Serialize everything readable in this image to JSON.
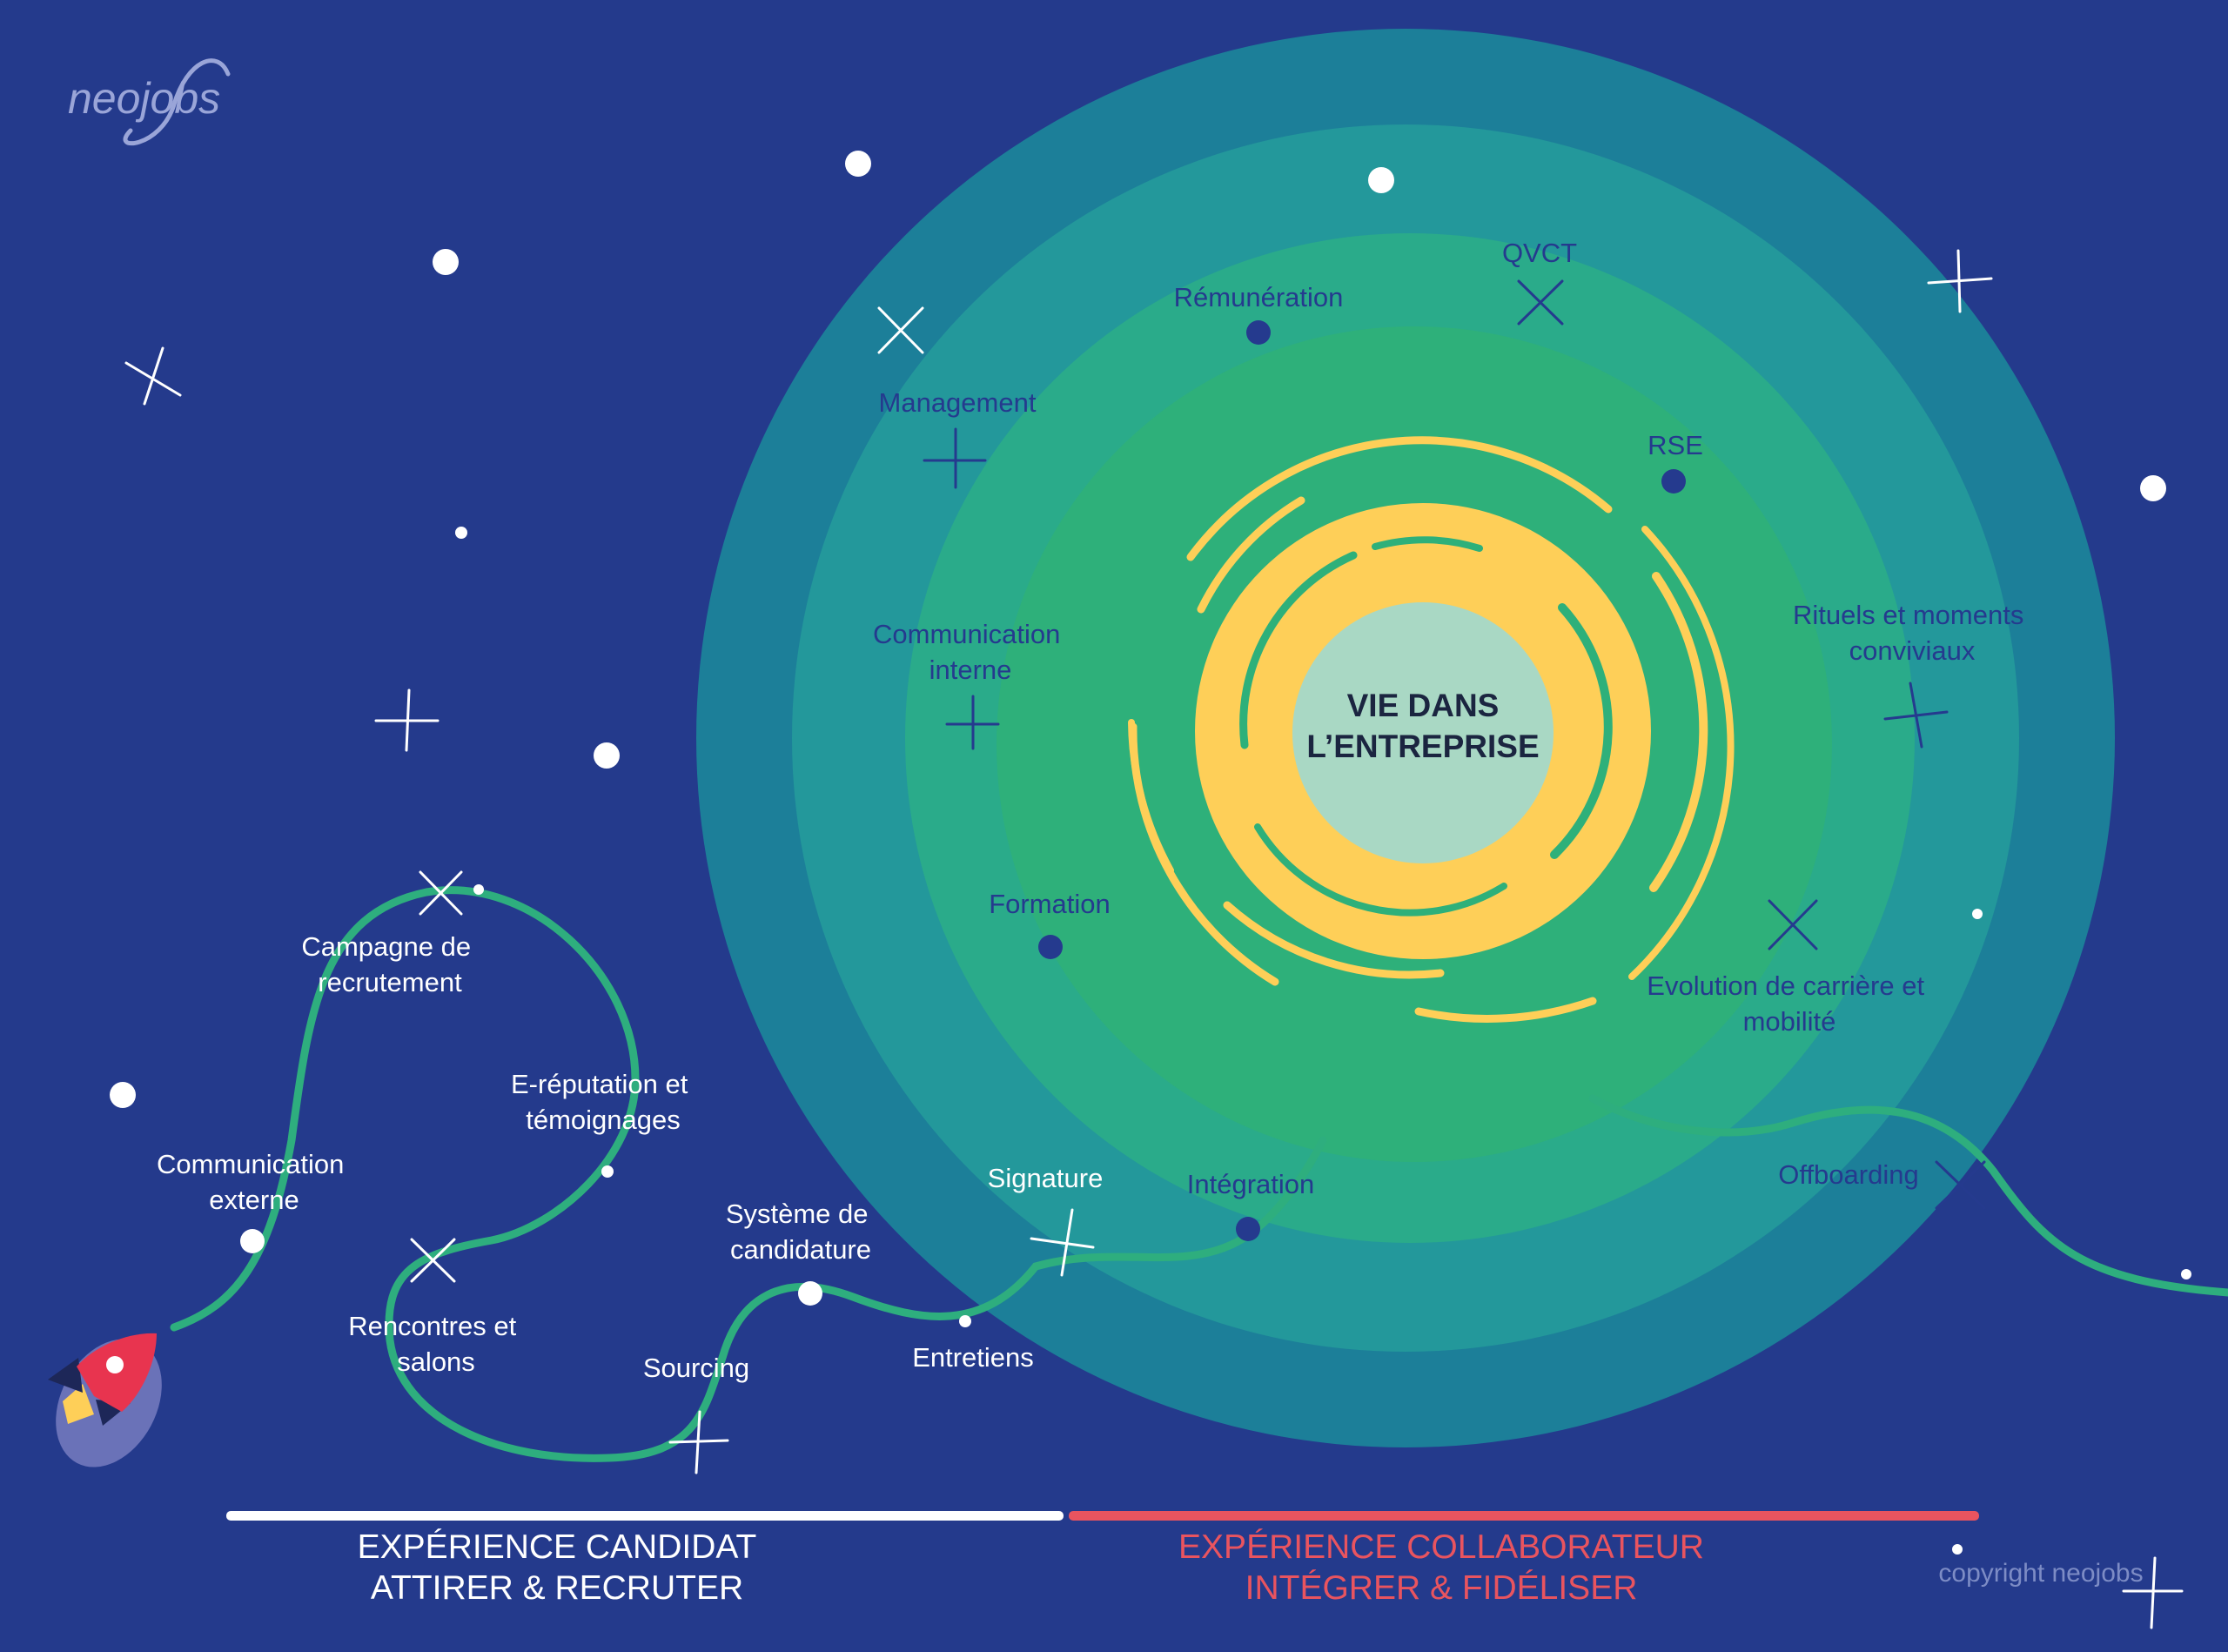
{
  "brand": {
    "logo_text": "neojobs",
    "copyright": "copyright neojobs"
  },
  "colors": {
    "background": "#243a8c",
    "ring_outer": "#1c7f99",
    "ring_2": "#23989b",
    "ring_3": "#2aab8a",
    "ring_inner": "#2eb07a",
    "sun": "#fecf58",
    "core": "#a9d8c4",
    "path": "#2eae7e",
    "candidate_bar": "#ffffff",
    "employee_bar": "#e9545f"
  },
  "center": {
    "line1": "VIE DANS",
    "line2": "L’ENTREPRISE"
  },
  "candidate_steps": [
    {
      "id": "communication-externe",
      "lines": [
        "Communication",
        "externe"
      ]
    },
    {
      "id": "campagne-recrutement",
      "lines": [
        "Campagne de",
        "recrutement"
      ]
    },
    {
      "id": "e-reputation",
      "lines": [
        "E-réputation et",
        "témoignages"
      ]
    },
    {
      "id": "rencontres-salons",
      "lines": [
        "Rencontres et",
        "salons"
      ]
    },
    {
      "id": "sourcing",
      "lines": [
        "Sourcing"
      ]
    },
    {
      "id": "systeme-candidature",
      "lines": [
        "Système de",
        "candidature"
      ]
    },
    {
      "id": "entretiens",
      "lines": [
        "Entretiens"
      ]
    },
    {
      "id": "signature",
      "lines": [
        "Signature"
      ]
    }
  ],
  "employee_steps": [
    {
      "id": "remuneration",
      "lines": [
        "Rémunération"
      ]
    },
    {
      "id": "qvct",
      "lines": [
        "QVCT"
      ]
    },
    {
      "id": "management",
      "lines": [
        "Management"
      ]
    },
    {
      "id": "rse",
      "lines": [
        "RSE"
      ]
    },
    {
      "id": "communication-interne",
      "lines": [
        "Communication",
        "interne"
      ]
    },
    {
      "id": "rituels",
      "lines": [
        "Rituels et moments",
        "conviviaux"
      ]
    },
    {
      "id": "formation",
      "lines": [
        "Formation"
      ]
    },
    {
      "id": "evolution",
      "lines": [
        "Evolution de carrière et",
        "mobilité"
      ]
    },
    {
      "id": "integration",
      "lines": [
        "Intégration"
      ]
    },
    {
      "id": "offboarding",
      "lines": [
        "Offboarding"
      ]
    }
  ],
  "footer": {
    "candidate": {
      "line1": "EXPÉRIENCE CANDIDAT",
      "line2": "ATTIRER & RECRUTER"
    },
    "employee": {
      "line1": "EXPÉRIENCE COLLABORATEUR",
      "line2": "INTÉGRER & FIDÉLISER"
    }
  }
}
